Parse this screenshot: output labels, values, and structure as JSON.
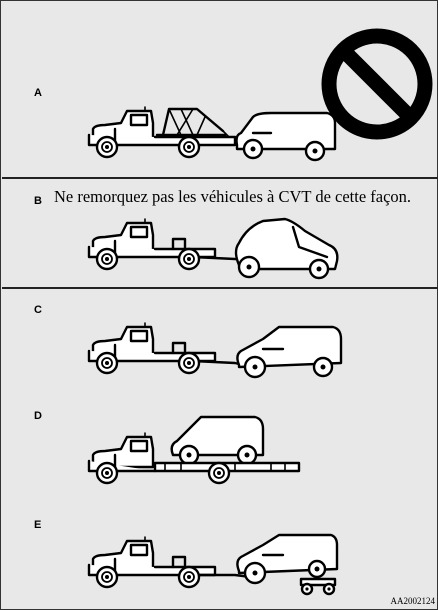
{
  "panels": [
    {
      "letter": "A",
      "prohibited": true
    },
    {
      "letter": "B",
      "note": "Ne remorquez pas les véhicules à CVT de cette façon."
    },
    {
      "letter": "C"
    },
    {
      "letter": "D"
    },
    {
      "letter": "E"
    }
  ],
  "reference": "AA2002124",
  "icons": {
    "prohibited": "no-entry-icon",
    "truck": "tow-truck-icon",
    "car": "car-icon",
    "dolly": "towing-dolly-icon"
  },
  "colors": {
    "background": "#e8e8e8",
    "line": "#000000"
  }
}
